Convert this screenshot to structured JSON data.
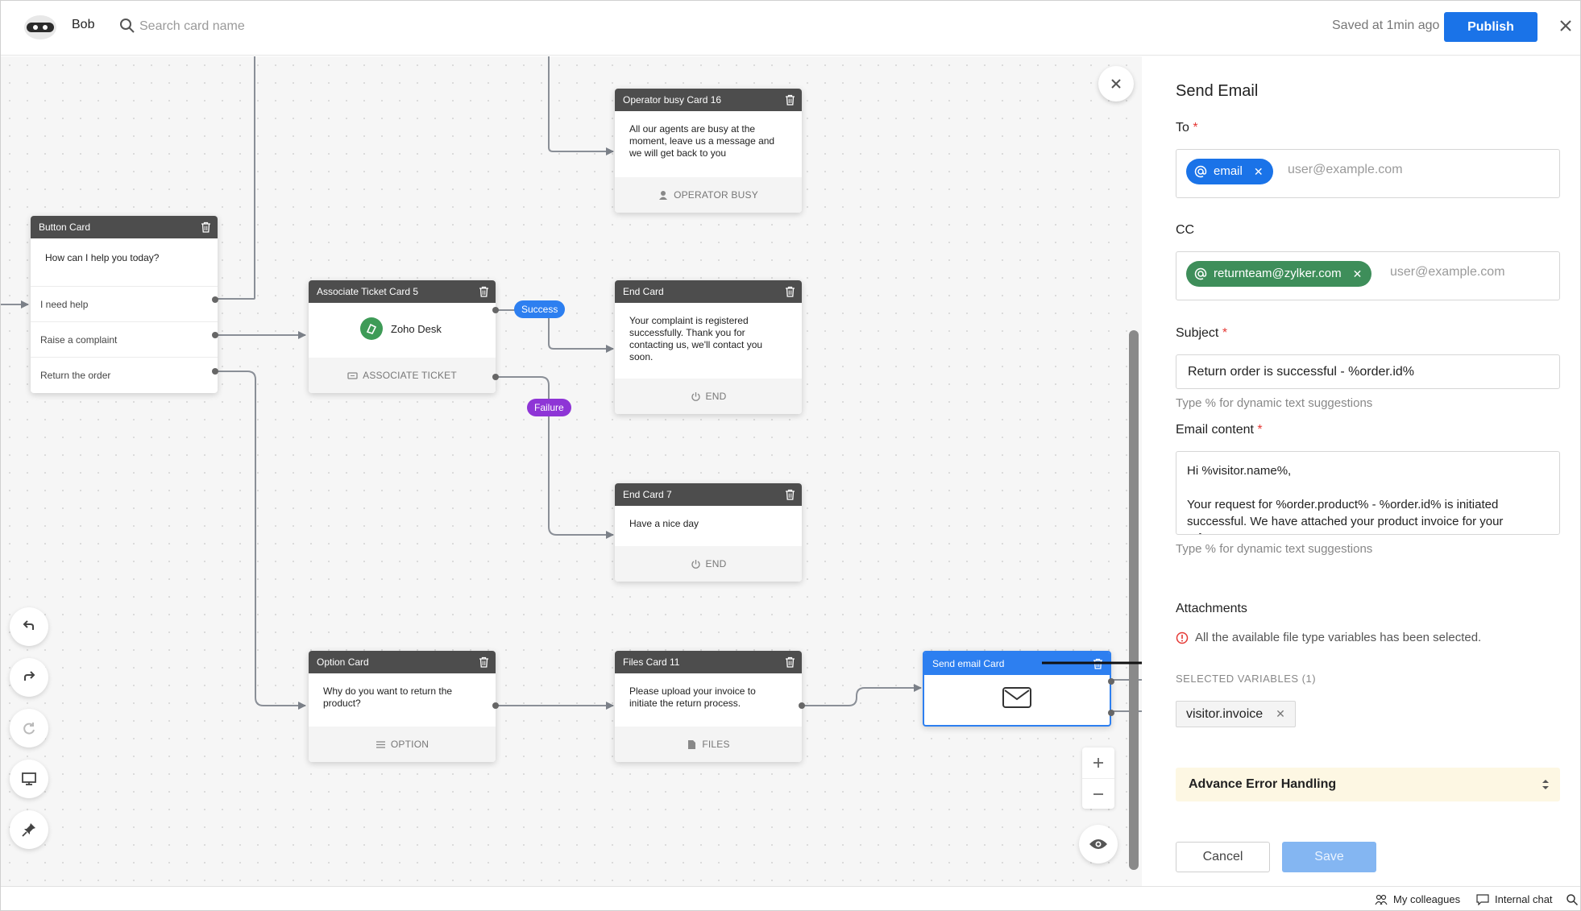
{
  "header": {
    "bot_name": "Bob",
    "search_placeholder": "Search card name",
    "saved_status": "Saved at 1min ago",
    "publish_label": "Publish"
  },
  "cards": {
    "operator_busy": {
      "title": "Operator busy Card 16",
      "text": "All our agents are busy at the moment, leave us a message and we will get back to you",
      "footer": "OPERATOR BUSY"
    },
    "button_card": {
      "title": "Button Card",
      "text": "How can I help you today?",
      "buttons": [
        "I need help",
        "Raise a complaint",
        "Return the order"
      ]
    },
    "associate_ticket": {
      "title": "Associate Ticket Card 5",
      "service": "Zoho Desk",
      "footer": "ASSOCIATE TICKET"
    },
    "end_card": {
      "title": "End Card",
      "text": "Your complaint is registered successfully. Thank you for contacting us, we'll contact you soon.",
      "footer": "END"
    },
    "end_card_7": {
      "title": "End Card 7",
      "text": "Have a nice day",
      "footer": "END"
    },
    "option_card": {
      "title": "Option Card",
      "text": "Why do you want to return the product?",
      "footer": "OPTION"
    },
    "files_card": {
      "title": "Files Card 11",
      "text": "Please upload your invoice to initiate the return process.",
      "footer": "FILES"
    },
    "send_email": {
      "title": "Send email Card"
    }
  },
  "connectors": {
    "success_label": "Success",
    "failure_label": "Failure"
  },
  "panel": {
    "title": "Send Email",
    "to_label": "To",
    "to_chip": "email",
    "to_placeholder": "user@example.com",
    "cc_label": "CC",
    "cc_chip": "returnteam@zylker.com",
    "cc_placeholder": "user@example.com",
    "subject_label": "Subject",
    "subject_value": "Return order is successful - %order.id%",
    "subject_hint": "Type % for dynamic text suggestions",
    "content_label": "Email content",
    "content_line1": "Hi %visitor.name%,",
    "content_line2": "Your request for %order.product% - %order.id% is initiated successful. We have attached your product invoice for your reference.",
    "content_hint": "Type % for dynamic text suggestions",
    "attachments_label": "Attachments",
    "attachments_warning": "All the available file type variables has been selected.",
    "selected_vars_label": "SELECTED VARIABLES (1)",
    "selected_var": "visitor.invoice",
    "advance_label": "Advance Error Handling",
    "cancel_label": "Cancel",
    "save_label": "Save",
    "required_mark": "*"
  },
  "bottom_bar": {
    "colleagues": "My colleagues",
    "internal_chat": "Internal chat"
  },
  "colors": {
    "primary": "#1a73e8",
    "success_chip": "#3e8e5a",
    "success_pill": "#2d7ff0",
    "failure_pill": "#8e35d6",
    "card_header": "#4d4d4d"
  }
}
